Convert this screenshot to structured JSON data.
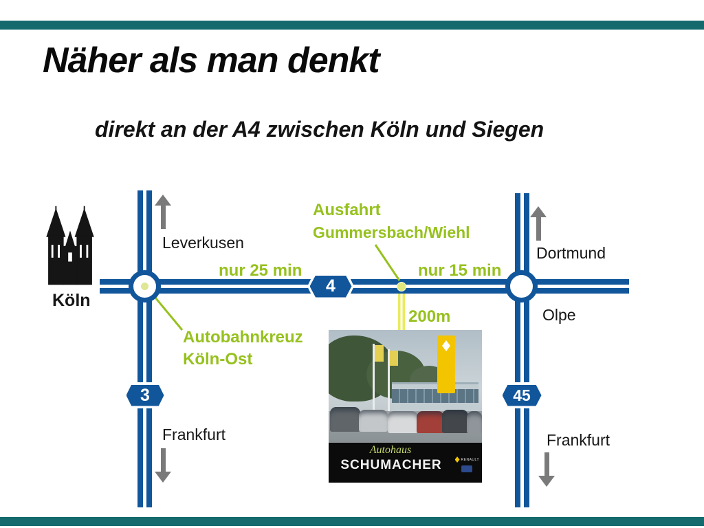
{
  "colors": {
    "teal_bar": "#156a6e",
    "road_blue": "#11569b",
    "accent_green": "#96c11e",
    "access_yellow": "#e9ec5d",
    "arrow_gray": "#7a7a7a",
    "renault_yellow": "#f2c500"
  },
  "header": {
    "title": "Näher als man denkt",
    "subtitle": "direkt an der A4 zwischen Köln und Siegen"
  },
  "map": {
    "city_koeln": "Köln",
    "dir_leverkusen": "Leverkusen",
    "dir_dortmund": "Dortmund",
    "dir_frankfurt_left": "Frankfurt",
    "dir_frankfurt_right": "Frankfurt",
    "dir_olpe": "Olpe",
    "time_koeln_a4": "nur 25 min",
    "time_exit_a45": "nur 15 min",
    "exit_label_line1": "Ausfahrt",
    "exit_label_line2": "Gummersbach/Wiehl",
    "exit_distance": "200m",
    "junction_label_line1": "Autobahnkreuz",
    "junction_label_line2": "Köln-Ost",
    "shield_a3": "3",
    "shield_a4": "4",
    "shield_a45": "45"
  },
  "photo": {
    "brand_script": "Autohaus",
    "brand_name": "SCHUMACHER",
    "logo_renault": "RENAULT"
  }
}
